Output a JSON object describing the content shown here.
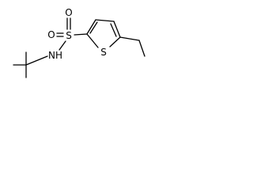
{
  "molecule": {
    "atoms": {
      "sulfur_sulfonyl": "S",
      "oxygen_top": "O",
      "oxygen_left": "O",
      "nitrogen_amide": "NH",
      "sulfur_ring": "S"
    }
  },
  "colors": {
    "bond": "#000000",
    "label": "#000000",
    "background": "#ffffff"
  }
}
